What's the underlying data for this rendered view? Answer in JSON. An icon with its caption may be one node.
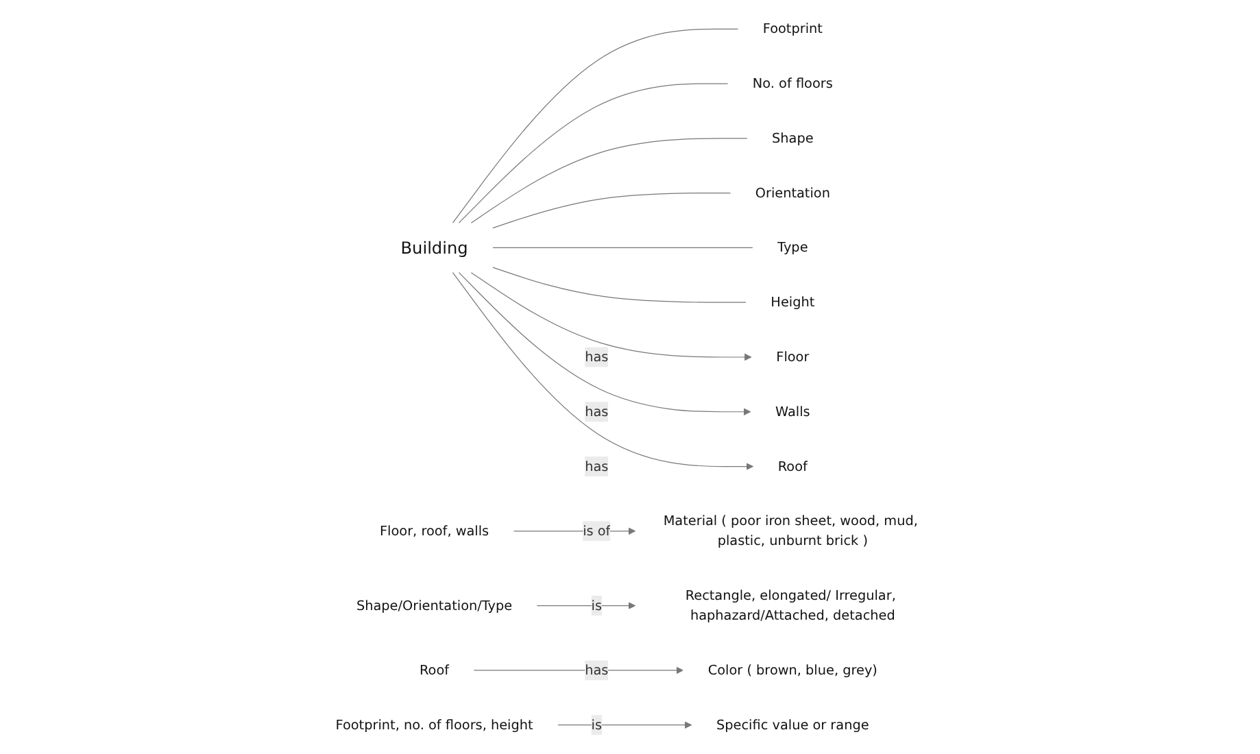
{
  "diagram": {
    "nodes": [
      {
        "text": [
          "Footprint"
        ]
      },
      {
        "text": [
          "No. of floors"
        ]
      },
      {
        "text": [
          "Shape"
        ]
      },
      {
        "text": [
          "Orientation"
        ]
      },
      {
        "text": [
          "Type"
        ]
      },
      {
        "text": [
          "Height"
        ]
      },
      {
        "text": [
          "Building"
        ]
      },
      {
        "text": [
          "Floor"
        ]
      },
      {
        "text": [
          "Walls"
        ]
      },
      {
        "text": [
          "Roof"
        ]
      },
      {
        "text": [
          "Floor, roof, walls"
        ]
      },
      {
        "text": [
          "Material ( poor iron sheet, wood, mud, plastic, unburnt brick )"
        ]
      },
      {
        "text": [
          "Shape/Orientation/Type"
        ]
      },
      {
        "text": [
          "Rectangle, elongated/ Irregular, haphazard/Attached, detached"
        ]
      },
      {
        "text": [
          "Roof"
        ]
      },
      {
        "text": [
          "Color ( brown, blue, grey)"
        ]
      },
      {
        "text": [
          "Footprint, no. of floors, height"
        ]
      },
      {
        "text": [
          "Specific value or range"
        ]
      }
    ],
    "edges": [
      {
        "from": 6,
        "to": 0,
        "arrow": "none"
      },
      {
        "from": 6,
        "to": 1,
        "arrow": "none"
      },
      {
        "from": 6,
        "to": 2,
        "arrow": "none"
      },
      {
        "from": 6,
        "to": 3,
        "arrow": "none"
      },
      {
        "from": 6,
        "to": 4,
        "arrow": "none"
      },
      {
        "from": 6,
        "to": 5,
        "arrow": "none"
      },
      {
        "from": 6,
        "to": 7,
        "arrow": "to",
        "label": "has"
      },
      {
        "from": 6,
        "to": 8,
        "arrow": "to",
        "label": "has"
      },
      {
        "from": 6,
        "to": 9,
        "arrow": "to",
        "label": "has"
      },
      {
        "from": 10,
        "to": 11,
        "arrow": "to",
        "label": "is of"
      },
      {
        "from": 12,
        "to": 13,
        "arrow": "to",
        "label": "is"
      },
      {
        "from": 14,
        "to": 15,
        "arrow": "to",
        "label": "has"
      },
      {
        "from": 16,
        "to": 17,
        "arrow": "to",
        "label": "is"
      }
    ]
  }
}
